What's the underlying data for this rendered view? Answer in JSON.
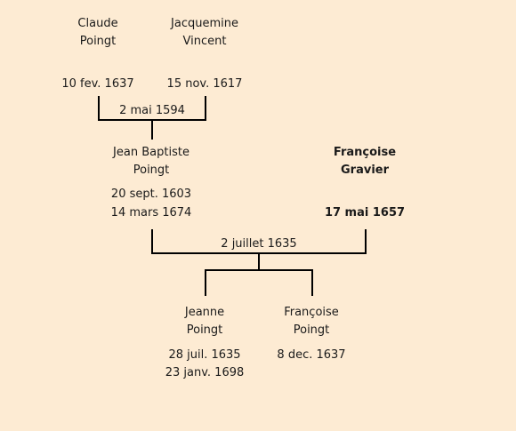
{
  "people": {
    "claude": {
      "first": "Claude",
      "last": "Poingt",
      "date1": "10 fev. 1637"
    },
    "jacquemine": {
      "first": "Jacquemine",
      "last": "Vincent",
      "date1": "15 nov. 1617"
    },
    "jean": {
      "first": "Jean Baptiste",
      "last": "Poingt",
      "date1": "20 sept. 1603",
      "date2": "14 mars 1674"
    },
    "francoise_g": {
      "first": "Françoise",
      "last": "Gravier",
      "date1": "17 mai 1657"
    },
    "jeanne": {
      "first": "Jeanne",
      "last": "Poingt",
      "date1": "28 juil. 1635",
      "date2": "23 janv. 1698"
    },
    "francoise_p": {
      "first": "Françoise",
      "last": "Poingt",
      "date1": "8 dec. 1637"
    }
  },
  "marriages": {
    "m1": "2 mai 1594",
    "m2": "2 juillet 1635"
  },
  "colors": {
    "background": "#fdebd3",
    "line": "#000000"
  }
}
